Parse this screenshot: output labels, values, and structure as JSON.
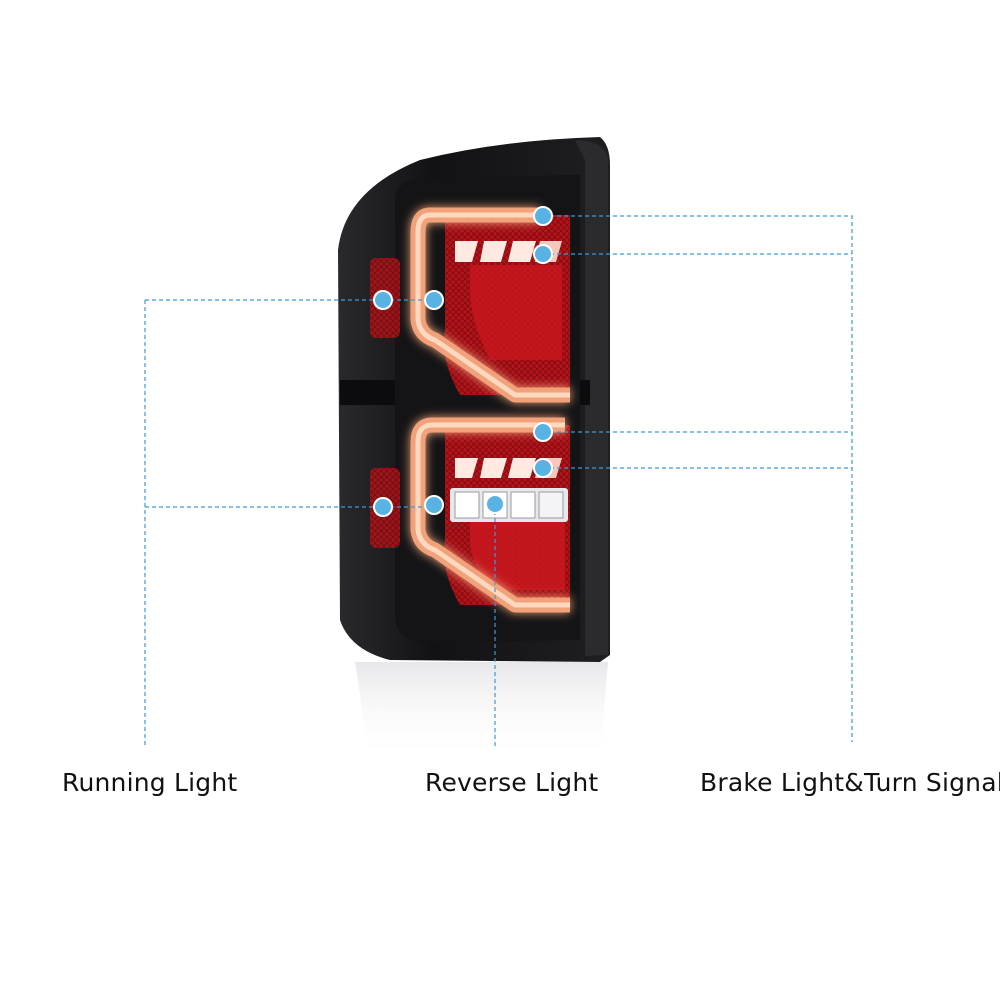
{
  "captions": {
    "running": "Running Light",
    "reverse": "Reverse Light",
    "brake": "Brake Light&Turn Signal"
  },
  "colors": {
    "callout_line": "#3a9ad9",
    "callout_dot": "#58b3e4",
    "housing": "#1a1a1c",
    "led_bar": "#f2a27a",
    "red_lens": "#b8171c",
    "text": "#111111"
  },
  "icons": {
    "product": "tail-light-assembly-illustration",
    "callout_marker": "circle-dot-icon"
  }
}
